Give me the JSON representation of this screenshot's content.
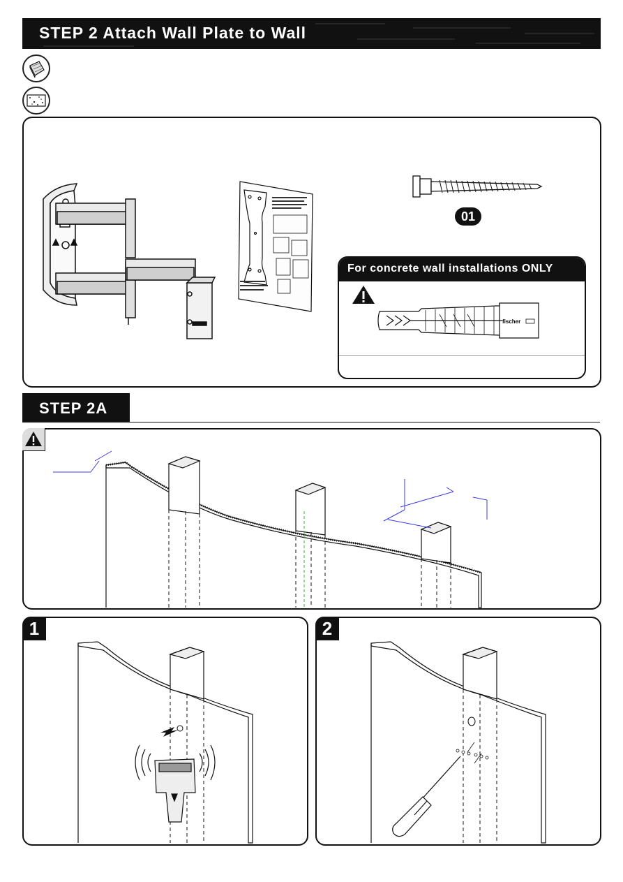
{
  "header": {
    "title": "STEP 2 Attach Wall Plate to Wall"
  },
  "wall_types": [
    {
      "icon": "wood-stud-wall-icon"
    },
    {
      "icon": "concrete-wall-icon"
    }
  ],
  "parts": {
    "screw_label": "01"
  },
  "concrete_box": {
    "title": "For concrete wall installations ONLY",
    "anchor_brand": "fischer"
  },
  "step2a": {
    "title": "STEP 2A"
  },
  "sub_steps": [
    {
      "number": "1"
    },
    {
      "number": "2"
    }
  ],
  "colors": {
    "banner_bg": "#111111",
    "dim_line": "#3a3ae0",
    "center_line": "#2db82d"
  }
}
